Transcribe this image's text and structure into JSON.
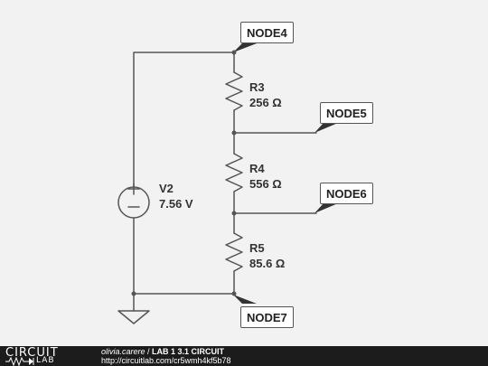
{
  "schematic": {
    "source": {
      "name": "V2",
      "value": "7.56 V"
    },
    "resistors": [
      {
        "name": "R3",
        "value": "256 Ω"
      },
      {
        "name": "R4",
        "value": "556 Ω"
      },
      {
        "name": "R5",
        "value": "85.6 Ω"
      }
    ],
    "nodes": [
      "NODE4",
      "NODE5",
      "NODE6",
      "NODE7"
    ],
    "wire_color": "#555555",
    "label_fill": "#ffffff"
  },
  "footer": {
    "logo_top": "CIRCUIT",
    "logo_bottom": "LAB",
    "author": "olivia.carere",
    "separator": " / ",
    "title": "LAB 1 3.1 CIRCUIT",
    "url": "http://circuitlab.com/cr5wmh4kf5b78"
  }
}
